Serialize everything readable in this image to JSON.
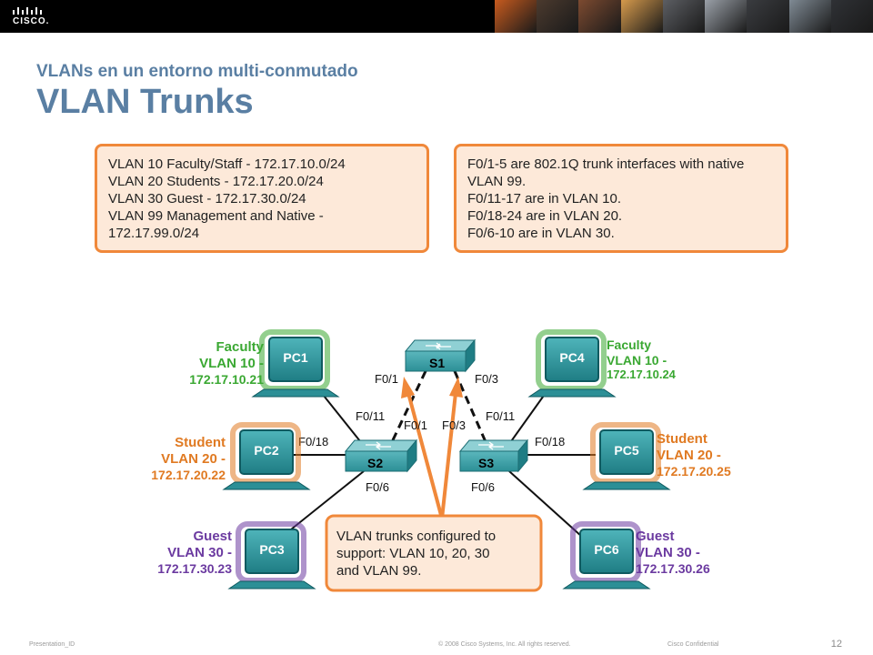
{
  "header": {
    "logo_text": "CISCO.",
    "photo_colors": [
      "#c65a1e",
      "#4b3a2e",
      "#7c4a30",
      "#d69a4c",
      "#5c5e63",
      "#9aa0a8",
      "#3a3c40",
      "#7f8a94",
      "#2f3135"
    ]
  },
  "slide": {
    "subtitle": "VLANs en un entorno multi-conmutado",
    "title": "VLAN Trunks"
  },
  "vlan_box": {
    "lines": [
      "VLAN 10 Faculty/Staff - 172.17.10.0/24",
      "VLAN 20 Students - 172.17.20.0/24",
      "VLAN 30 Guest - 172.17.30.0/24",
      "VLAN 99  Management and Native -",
      "172.17.99.0/24"
    ]
  },
  "trunk_box": {
    "lines": [
      "F0/1-5 are 802.1Q trunk interfaces with native",
      "VLAN 99.",
      "F0/11-17 are in VLAN 10.",
      "F0/18-24 are in VLAN 20.",
      "F0/6-10 are in VLAN 30."
    ]
  },
  "diagram": {
    "switches": {
      "s1": "S1",
      "s2": "S2",
      "s3": "S3"
    },
    "ports": {
      "s1_left": "F0/1",
      "s1_right": "F0/3",
      "s2_up_pc1": "F0/11",
      "s2_trunk": "F0/1",
      "s2_pc2": "F0/18",
      "s2_pc3": "F0/6",
      "s3_trunk": "F0/3",
      "s3_up_pc4": "F0/11",
      "s3_pc5": "F0/18",
      "s3_pc6": "F0/6"
    },
    "pcs": {
      "pc1": {
        "name": "PC1",
        "role": "Faculty",
        "vlan": "VLAN 10 -",
        "ip": "172.17.10.21"
      },
      "pc2": {
        "name": "PC2",
        "role": "Student",
        "vlan": "VLAN 20 -",
        "ip": "172.17.20.22"
      },
      "pc3": {
        "name": "PC3",
        "role": "Guest",
        "vlan": "VLAN 30 -",
        "ip": "172.17.30.23"
      },
      "pc4": {
        "name": "PC4",
        "role": "Faculty",
        "vlan": "VLAN 10 -",
        "ip": "172.17.10.24"
      },
      "pc5": {
        "name": "PC5",
        "role": "Student",
        "vlan": "VLAN 20 -",
        "ip": "172.17.20.25"
      },
      "pc6": {
        "name": "PC6",
        "role": "Guest",
        "vlan": "VLAN 30 -",
        "ip": "172.17.30.26"
      }
    },
    "callout_lines": [
      "VLAN trunks configured to",
      "support: VLAN 10, 20, 30",
      "and VLAN 99."
    ],
    "colors": {
      "faculty": "#3aa832",
      "student": "#e07a22",
      "guest": "#6b3aa0",
      "teal": "#2c8f96",
      "accent": "#f0883a"
    }
  },
  "footer": {
    "presentation_id": "Presentation_ID",
    "copyright": "© 2008 Cisco Systems, Inc. All rights reserved.",
    "confidential": "Cisco Confidential",
    "page_number": "12"
  }
}
